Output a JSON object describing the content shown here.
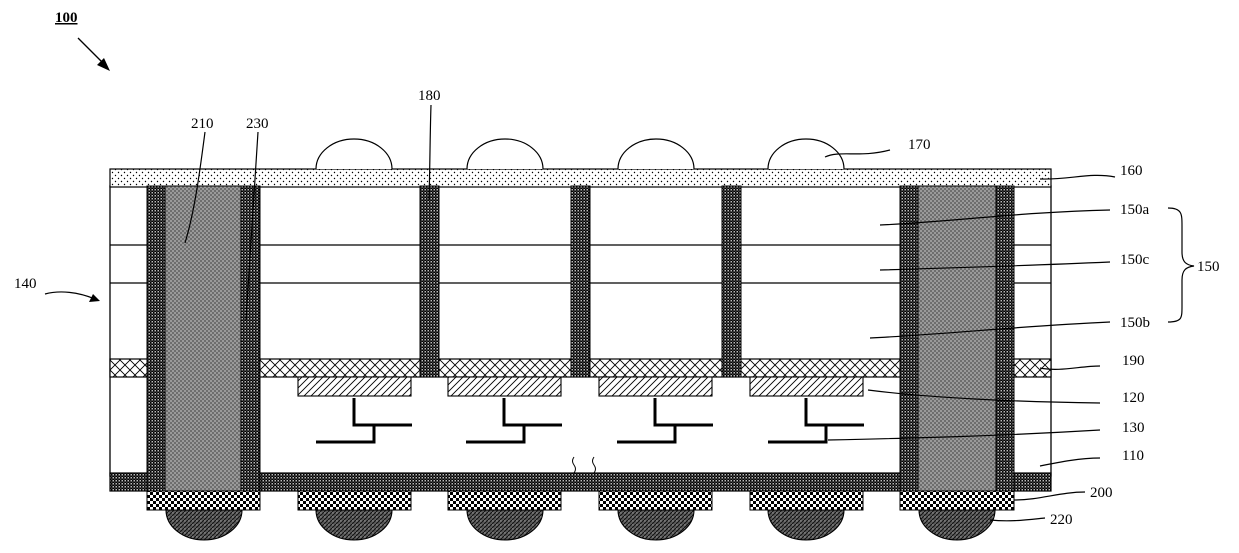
{
  "figure": {
    "label": "100"
  },
  "labels": {
    "l210": "210",
    "l230": "230",
    "l180": "180",
    "l170": "170",
    "l160": "160",
    "l150a": "150a",
    "l150c": "150c",
    "l150b": "150b",
    "l150": "150",
    "l140": "140",
    "l190": "190",
    "l120": "120",
    "l130": "130",
    "l110": "110",
    "l200": "200",
    "l220": "220"
  }
}
